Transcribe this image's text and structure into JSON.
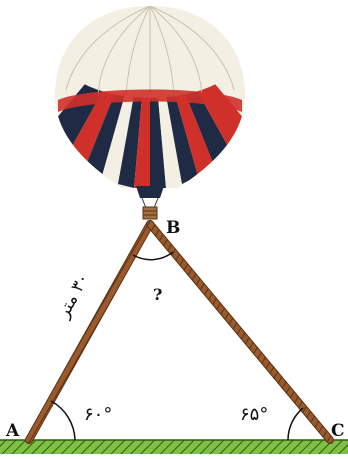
{
  "diagram": {
    "vertices": {
      "top": "B",
      "left": "A",
      "right": "C"
    },
    "angles": {
      "at_A": "۶۰°",
      "at_C": "۶۵°",
      "at_B": "?"
    },
    "side_AB_label": "۳۰ متر",
    "colors": {
      "rope": "#9a5a2c",
      "rope_dark": "#5a3214",
      "ground": "#7fbf46",
      "ground_hatch": "#2f5a14",
      "balloon_red": "#d0302a",
      "balloon_navy": "#1f2a44",
      "balloon_cream": "#f3efe2"
    },
    "icons": [
      "hot-air-balloon-icon"
    ]
  }
}
